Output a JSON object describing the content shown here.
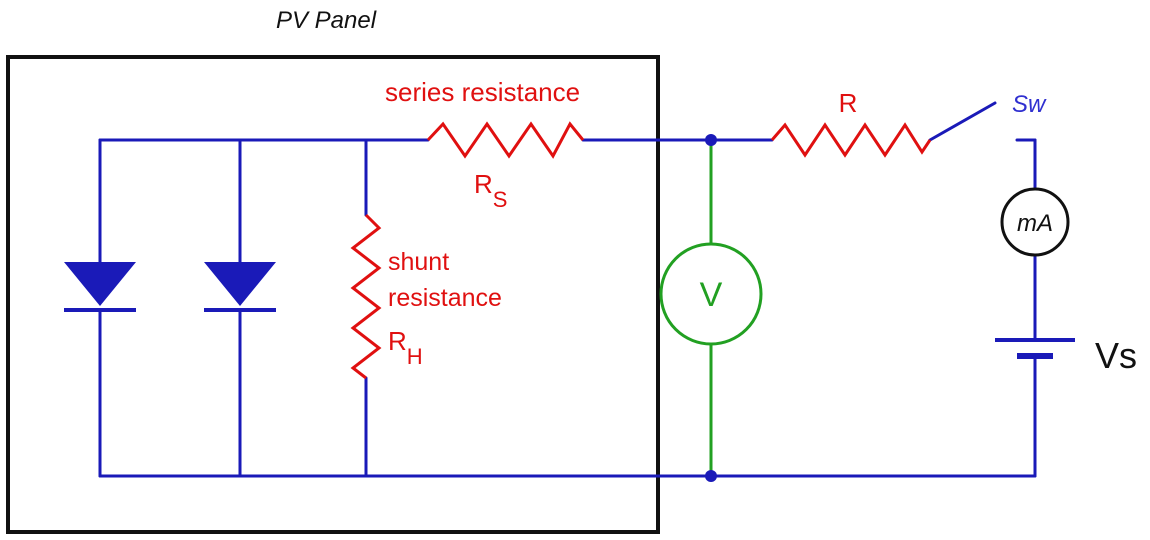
{
  "panel": {
    "title": "PV Panel"
  },
  "series_resistor": {
    "caption": "series resistance",
    "symbol": "R",
    "subscript": "S"
  },
  "shunt_resistor": {
    "caption_line1": "shunt",
    "caption_line2": "resistance",
    "symbol": "R",
    "subscript": "H"
  },
  "load_resistor": {
    "symbol": "R"
  },
  "switch": {
    "label": "Sw"
  },
  "voltmeter": {
    "label": "V"
  },
  "ammeter": {
    "label": "mA"
  },
  "source": {
    "label": "Vs"
  },
  "colors": {
    "wire": "#1a1ab8",
    "resistor": "#e01010",
    "voltmeter": "#22a022",
    "frame": "#111111",
    "text_dark": "#111111"
  }
}
